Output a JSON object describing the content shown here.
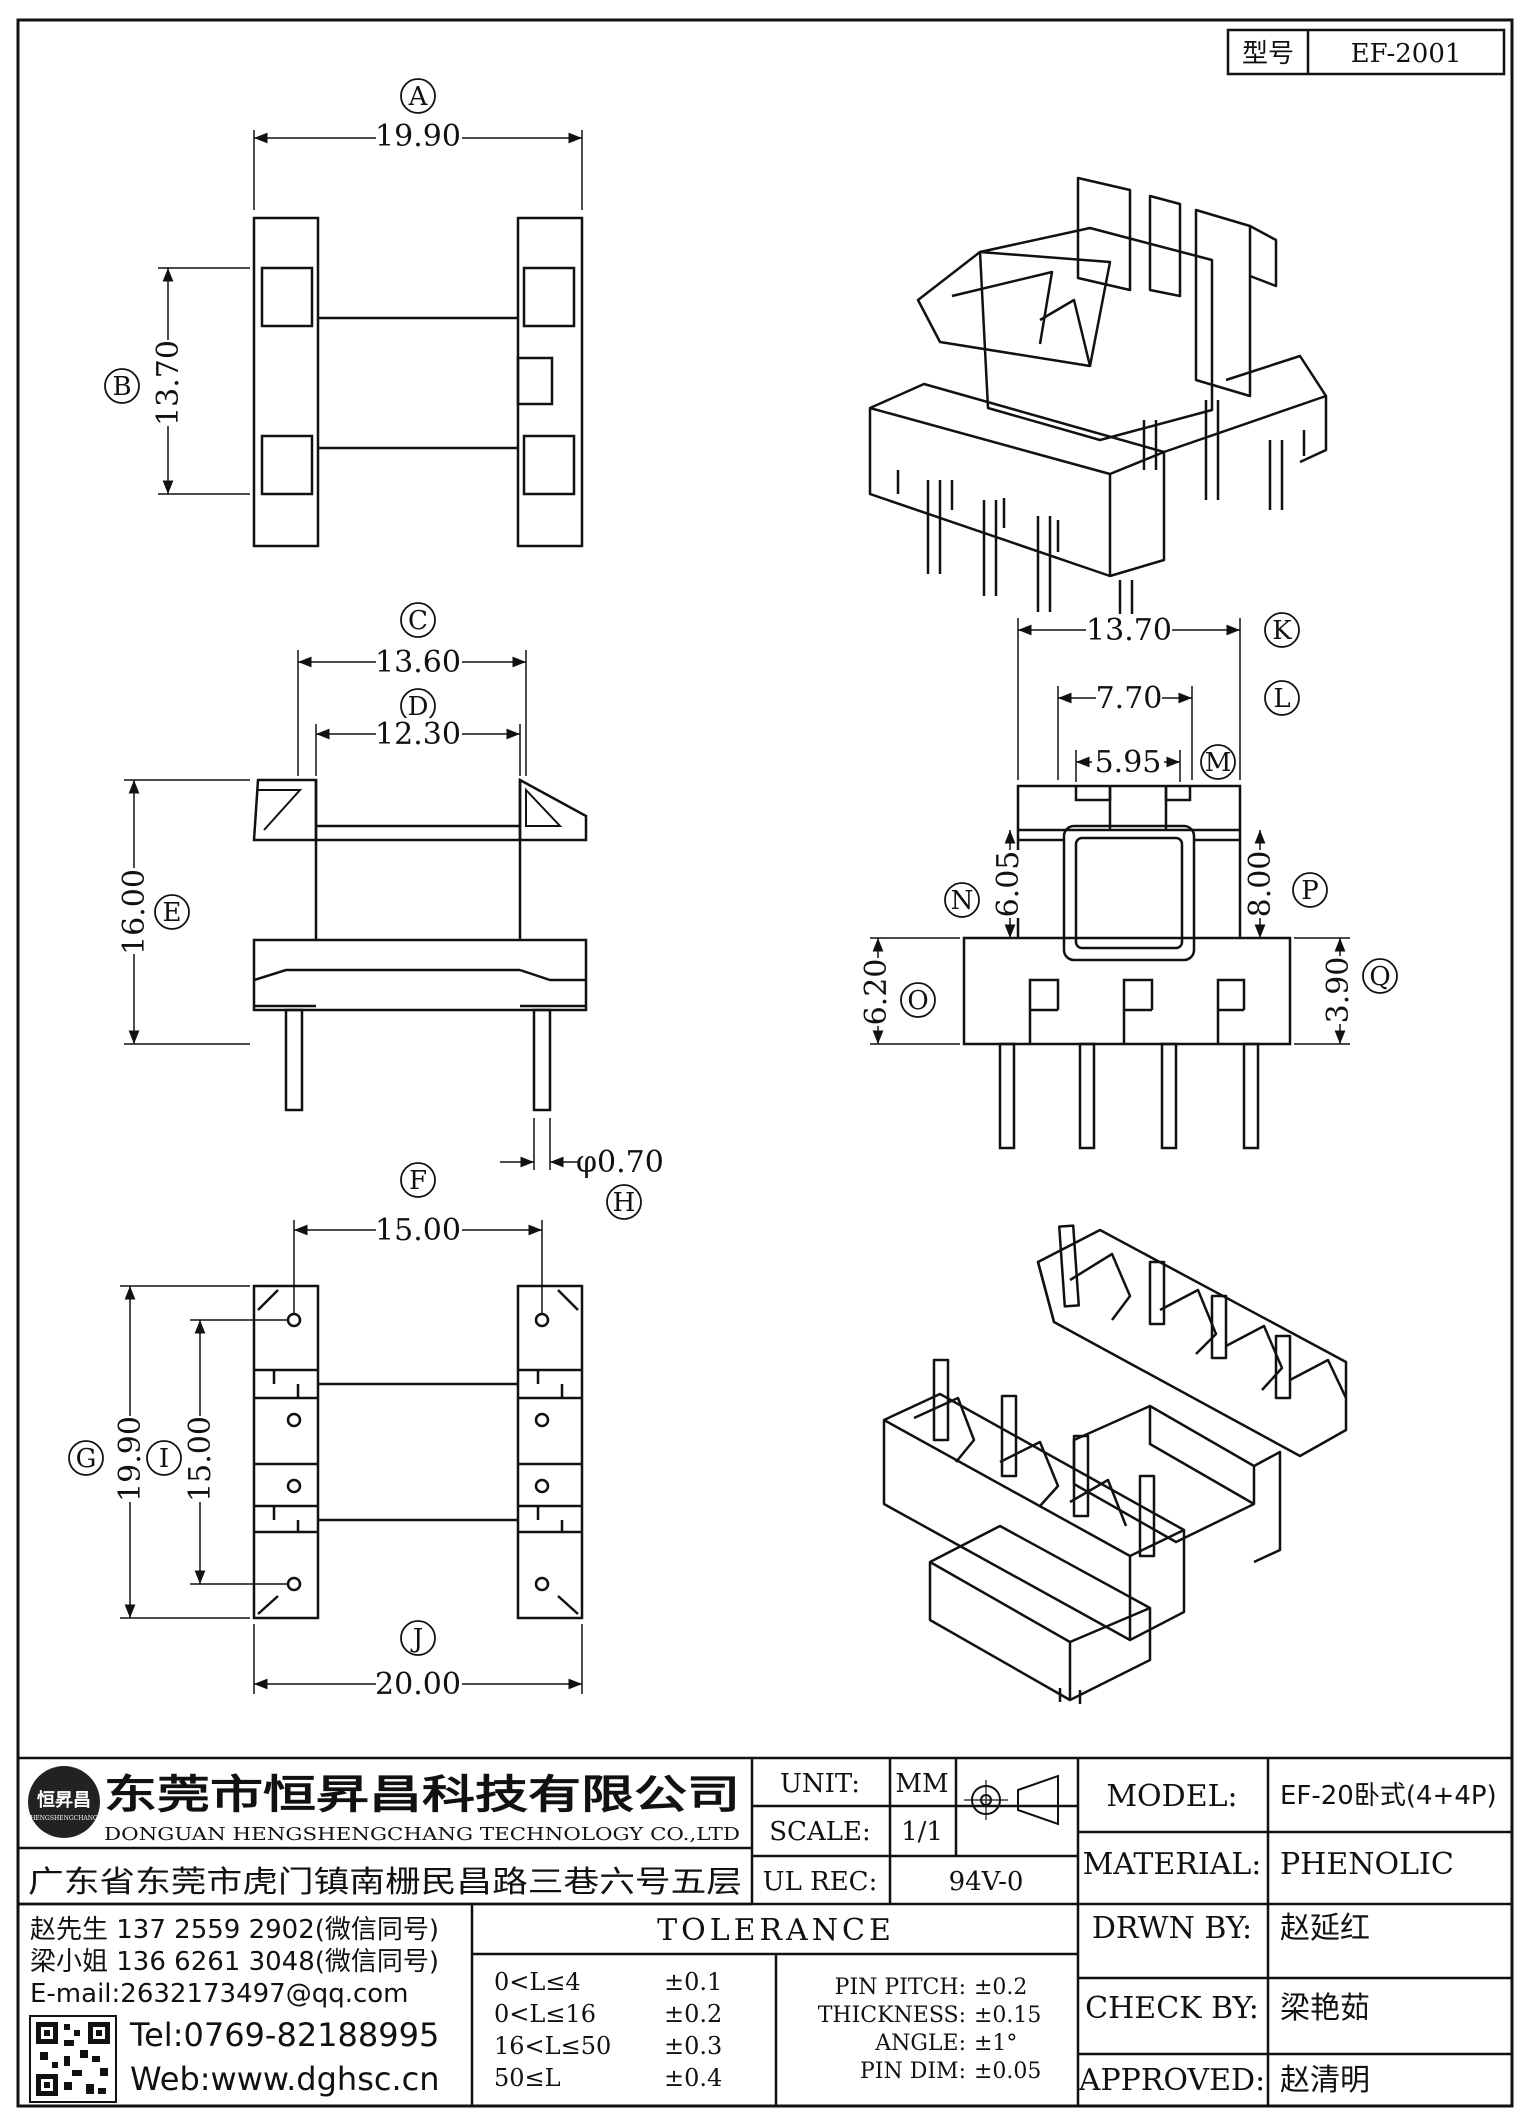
{
  "header": {
    "model_label": "型号",
    "model_value": "EF-2001"
  },
  "top_view": {
    "circle_A": "A",
    "dim_A": "19.90",
    "circle_B": "B",
    "dim_B": "13.70"
  },
  "front_view": {
    "circle_C": "C",
    "dim_C": "13.60",
    "circle_D": "D",
    "dim_D": "12.30",
    "circle_E": "E",
    "dim_E": "16.00",
    "dim_H": "φ0.70",
    "circle_H": "H"
  },
  "side_view": {
    "circle_K": "K",
    "dim_K": "13.70",
    "circle_L": "L",
    "dim_L": "7.70",
    "circle_M": "M",
    "dim_M": "5.95",
    "circle_N": "N",
    "dim_N": "6.05",
    "circle_O": "O",
    "dim_O": "6.20",
    "circle_P": "P",
    "dim_P": "8.00",
    "circle_Q": "Q",
    "dim_Q": "3.90"
  },
  "bottom_view": {
    "circle_F": "F",
    "dim_F": "15.00",
    "circle_G": "G",
    "dim_G": "19.90",
    "circle_I": "I",
    "dim_I": "15.00",
    "circle_J": "J",
    "dim_J": "20.00"
  },
  "company": {
    "logo_text": "恒昇昌",
    "logo_sub": "HENGSHENGCHANG",
    "name_cn": "东莞市恒昇昌科技有限公司",
    "name_en": "DONGUAN HENGSHENGCHANG TECHNOLOGY CO.,LTD",
    "address": "广东省东莞市虎门镇南栅民昌路三巷六号五层",
    "contact1": "赵先生 137 2559 2902(微信同号)",
    "contact2": "梁小姐 136 6261 3048(微信同号)",
    "email": "E-mail:2632173497@qq.com",
    "tel": "Tel:0769-82188995",
    "web": "Web:www.dghsc.cn"
  },
  "specs": {
    "unit_label": "UNIT:",
    "unit_value": "MM",
    "scale_label": "SCALE:",
    "scale_value": "1/1",
    "ulrec_label": "UL REC:",
    "ulrec_value": "94V-0"
  },
  "tolerance": {
    "title": "TOLERANCE",
    "ranges": [
      {
        "range": "0<L≤4",
        "tol": "±0.1"
      },
      {
        "range": "0<L≤16",
        "tol": "±0.2"
      },
      {
        "range": "16<L≤50",
        "tol": "±0.3"
      },
      {
        "range": "50≤L",
        "tol": "±0.4"
      }
    ],
    "other": [
      {
        "label": "PIN PITCH:",
        "tol": "±0.2"
      },
      {
        "label": "THICKNESS:",
        "tol": "±0.15"
      },
      {
        "label": "ANGLE:",
        "tol": "±1°"
      },
      {
        "label": "PIN DIM:",
        "tol": "±0.05"
      }
    ]
  },
  "title_block": {
    "model_label": "MODEL:",
    "model_value": "EF-20卧式(4+4P)",
    "material_label": "MATERIAL:",
    "material_value": "PHENOLIC",
    "drwn_label": "DRWN BY:",
    "drwn_value": "赵延红",
    "check_label": "CHECK BY:",
    "check_value": "梁艳茹",
    "approved_label": "APPROVED:",
    "approved_value": "赵清明"
  }
}
